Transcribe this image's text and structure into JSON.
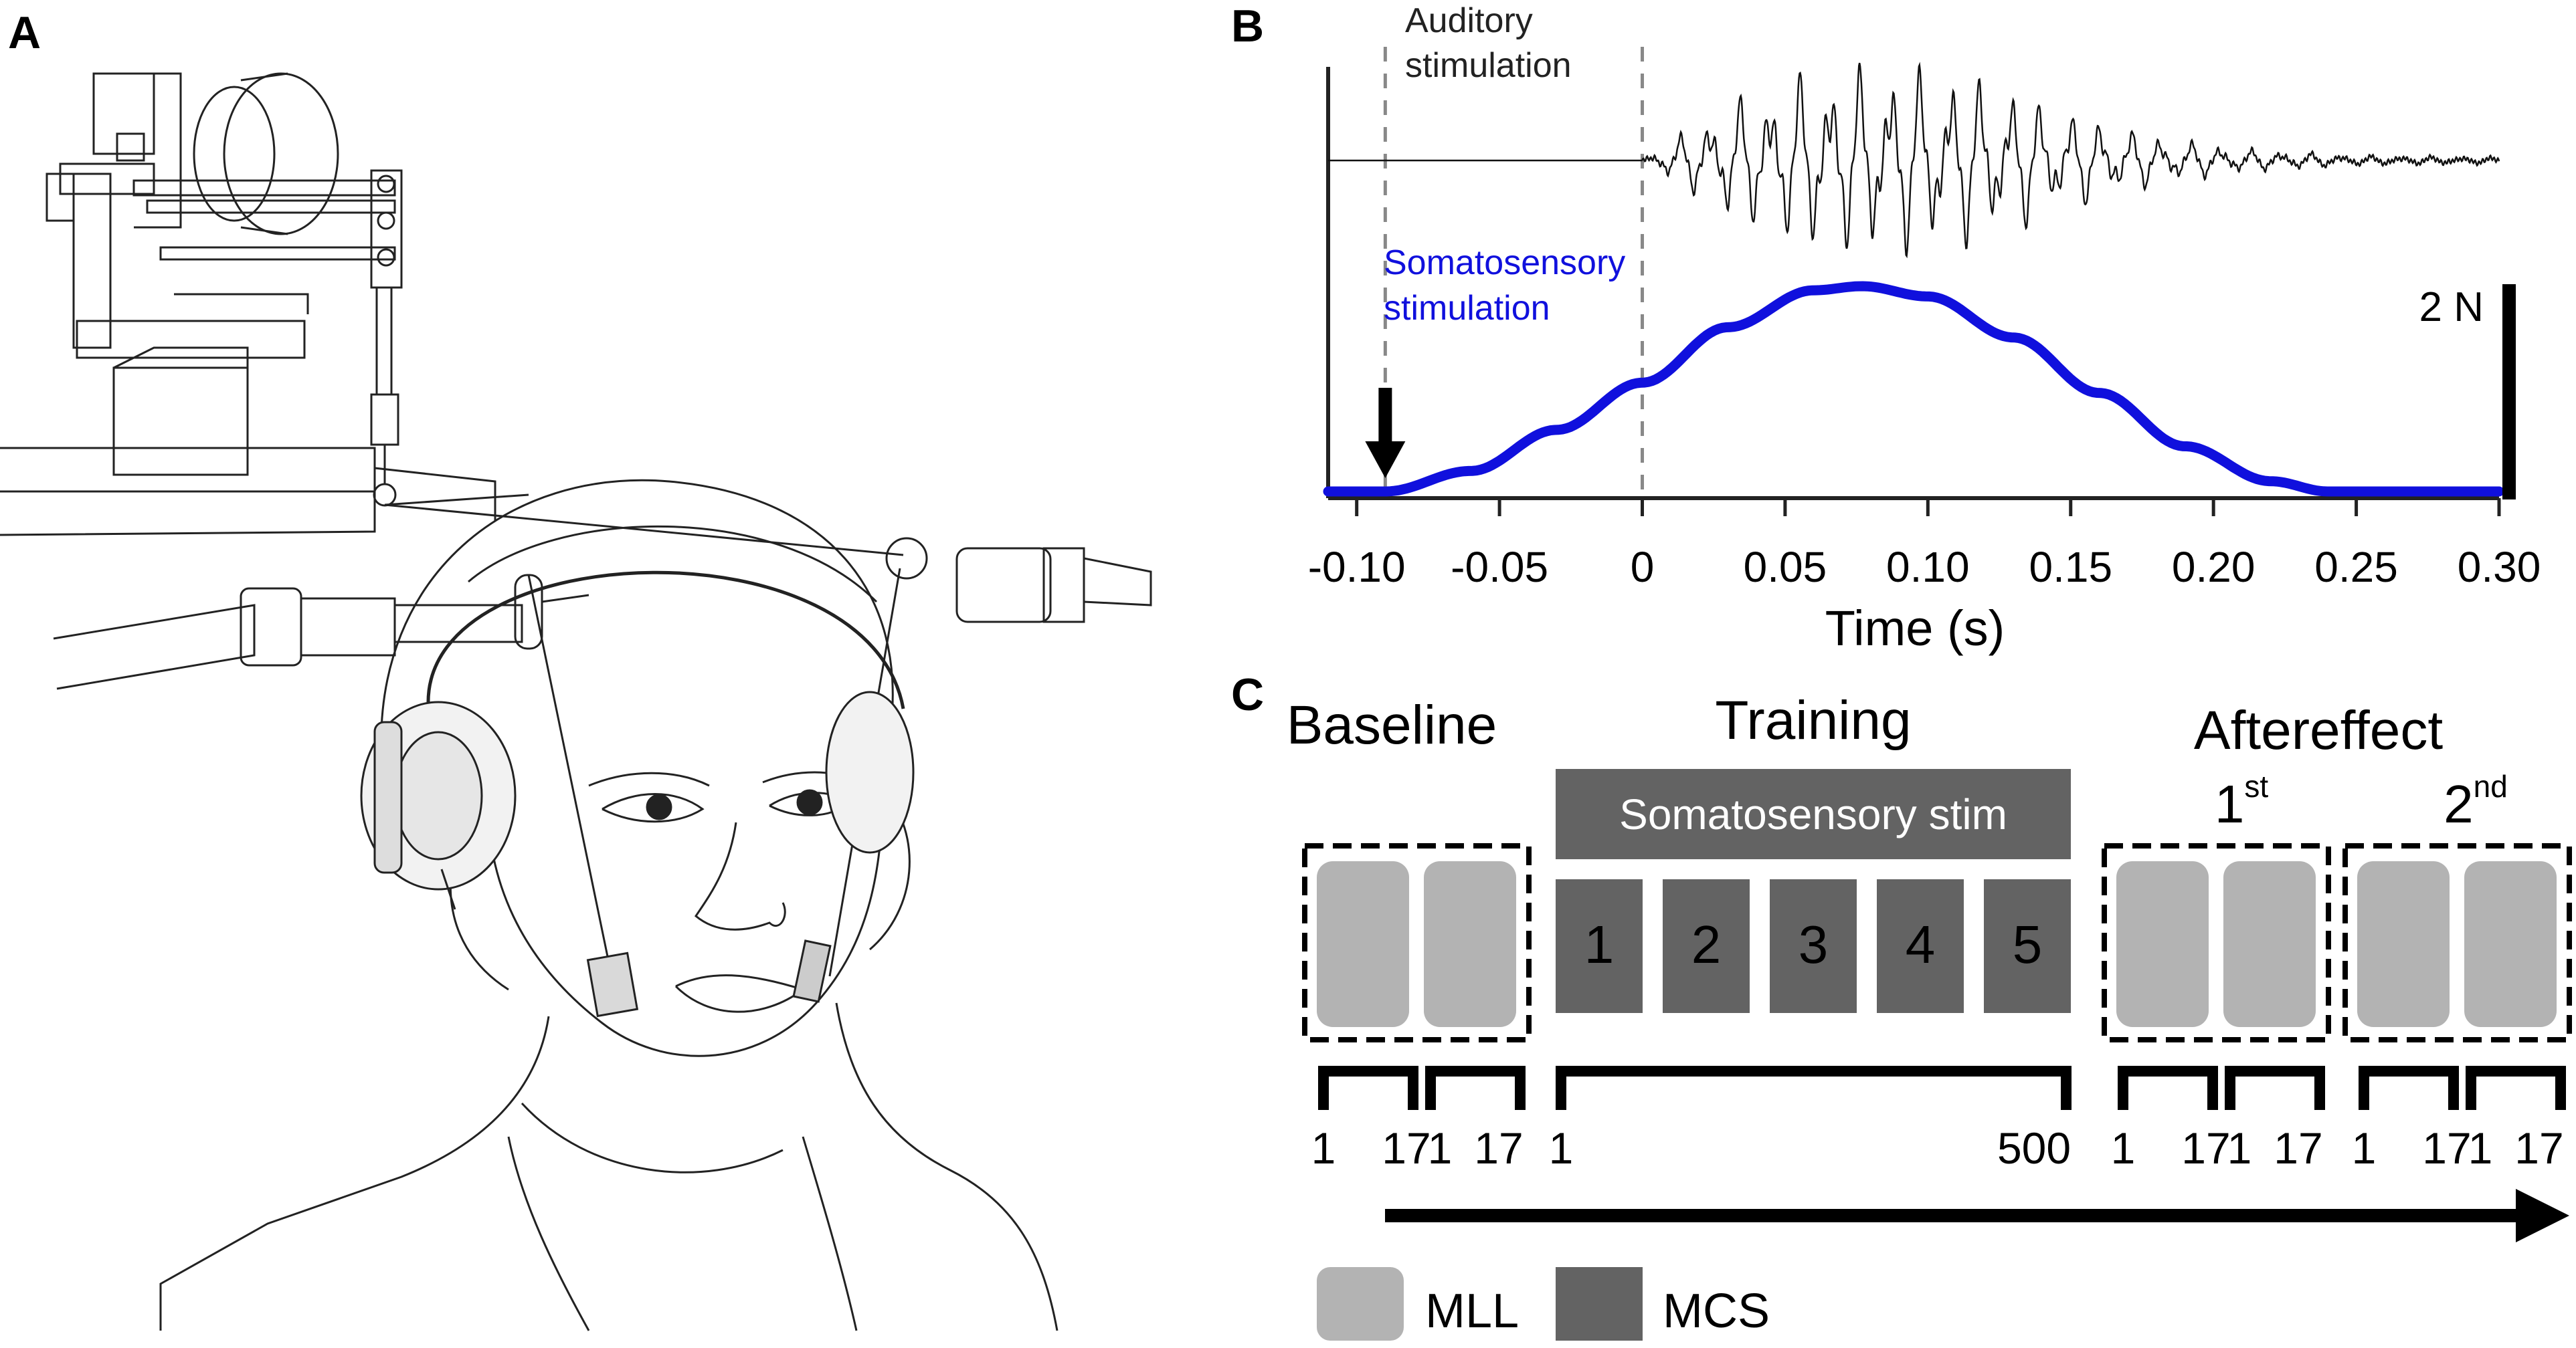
{
  "panels": {
    "a": {
      "letter": "A"
    },
    "b": {
      "letter": "B"
    },
    "c": {
      "letter": "C"
    }
  },
  "panel_b": {
    "auditory_label_line1": "Auditory",
    "auditory_label_line2": "stimulation",
    "somato_label_line1": "Somatosensory",
    "somato_label_line2": "stimulation",
    "scale_bar_label": "2 N",
    "xlabel": "Time (s)",
    "x_ticks": [
      "-0.10",
      "-0.05",
      "0",
      "0.05",
      "0.10",
      "0.15",
      "0.20",
      "0.25",
      "0.30"
    ],
    "colors": {
      "force": "#1010dd",
      "audio": "#111111",
      "marker": "#888888"
    }
  },
  "chart_data": {
    "type": "line",
    "xlabel": "Time (s)",
    "xlim": [
      -0.11,
      0.3
    ],
    "series": [
      {
        "name": "Somatosensory stimulation",
        "x": [
          -0.11,
          -0.09,
          -0.06,
          -0.03,
          0.0,
          0.03,
          0.06,
          0.077,
          0.1,
          0.13,
          0.16,
          0.19,
          0.22,
          0.24,
          0.3
        ],
        "y": [
          0.0,
          0.0,
          0.1,
          0.3,
          0.53,
          0.8,
          0.98,
          1.0,
          0.95,
          0.75,
          0.48,
          0.22,
          0.05,
          0.0,
          0.0
        ]
      },
      {
        "name": "Auditory stimulation",
        "x": [
          -0.11,
          0.0,
          0.03,
          0.06,
          0.09,
          0.12,
          0.15,
          0.18,
          0.21,
          0.25,
          0.3
        ],
        "y": [
          0.0,
          0.0,
          0.6,
          0.95,
          1.0,
          0.85,
          0.5,
          0.25,
          0.12,
          0.05,
          0.03
        ]
      }
    ],
    "vlines": [
      -0.09,
      0.0
    ],
    "arrow_x": -0.09,
    "scale_bar": "2 N"
  },
  "panel_c": {
    "baseline": "Baseline",
    "training": "Training",
    "aftereffect": "Aftereffect",
    "first": "1",
    "first_sup": "st",
    "second": "2",
    "second_sup": "nd",
    "somato_stim": "Somatosensory stim",
    "blocks": [
      "1",
      "2",
      "3",
      "4",
      "5"
    ],
    "bracket_labels": {
      "baseline": [
        "1",
        "17",
        "1",
        "17"
      ],
      "training": [
        "1",
        "500"
      ],
      "after1": [
        "1",
        "17",
        "1",
        "17"
      ],
      "after2": [
        "1",
        "17",
        "1",
        "17"
      ]
    },
    "legend": {
      "mll": "MLL",
      "mcs": "MCS"
    },
    "colors": {
      "mll": "#b3b3b3",
      "mcs": "#636363"
    }
  }
}
